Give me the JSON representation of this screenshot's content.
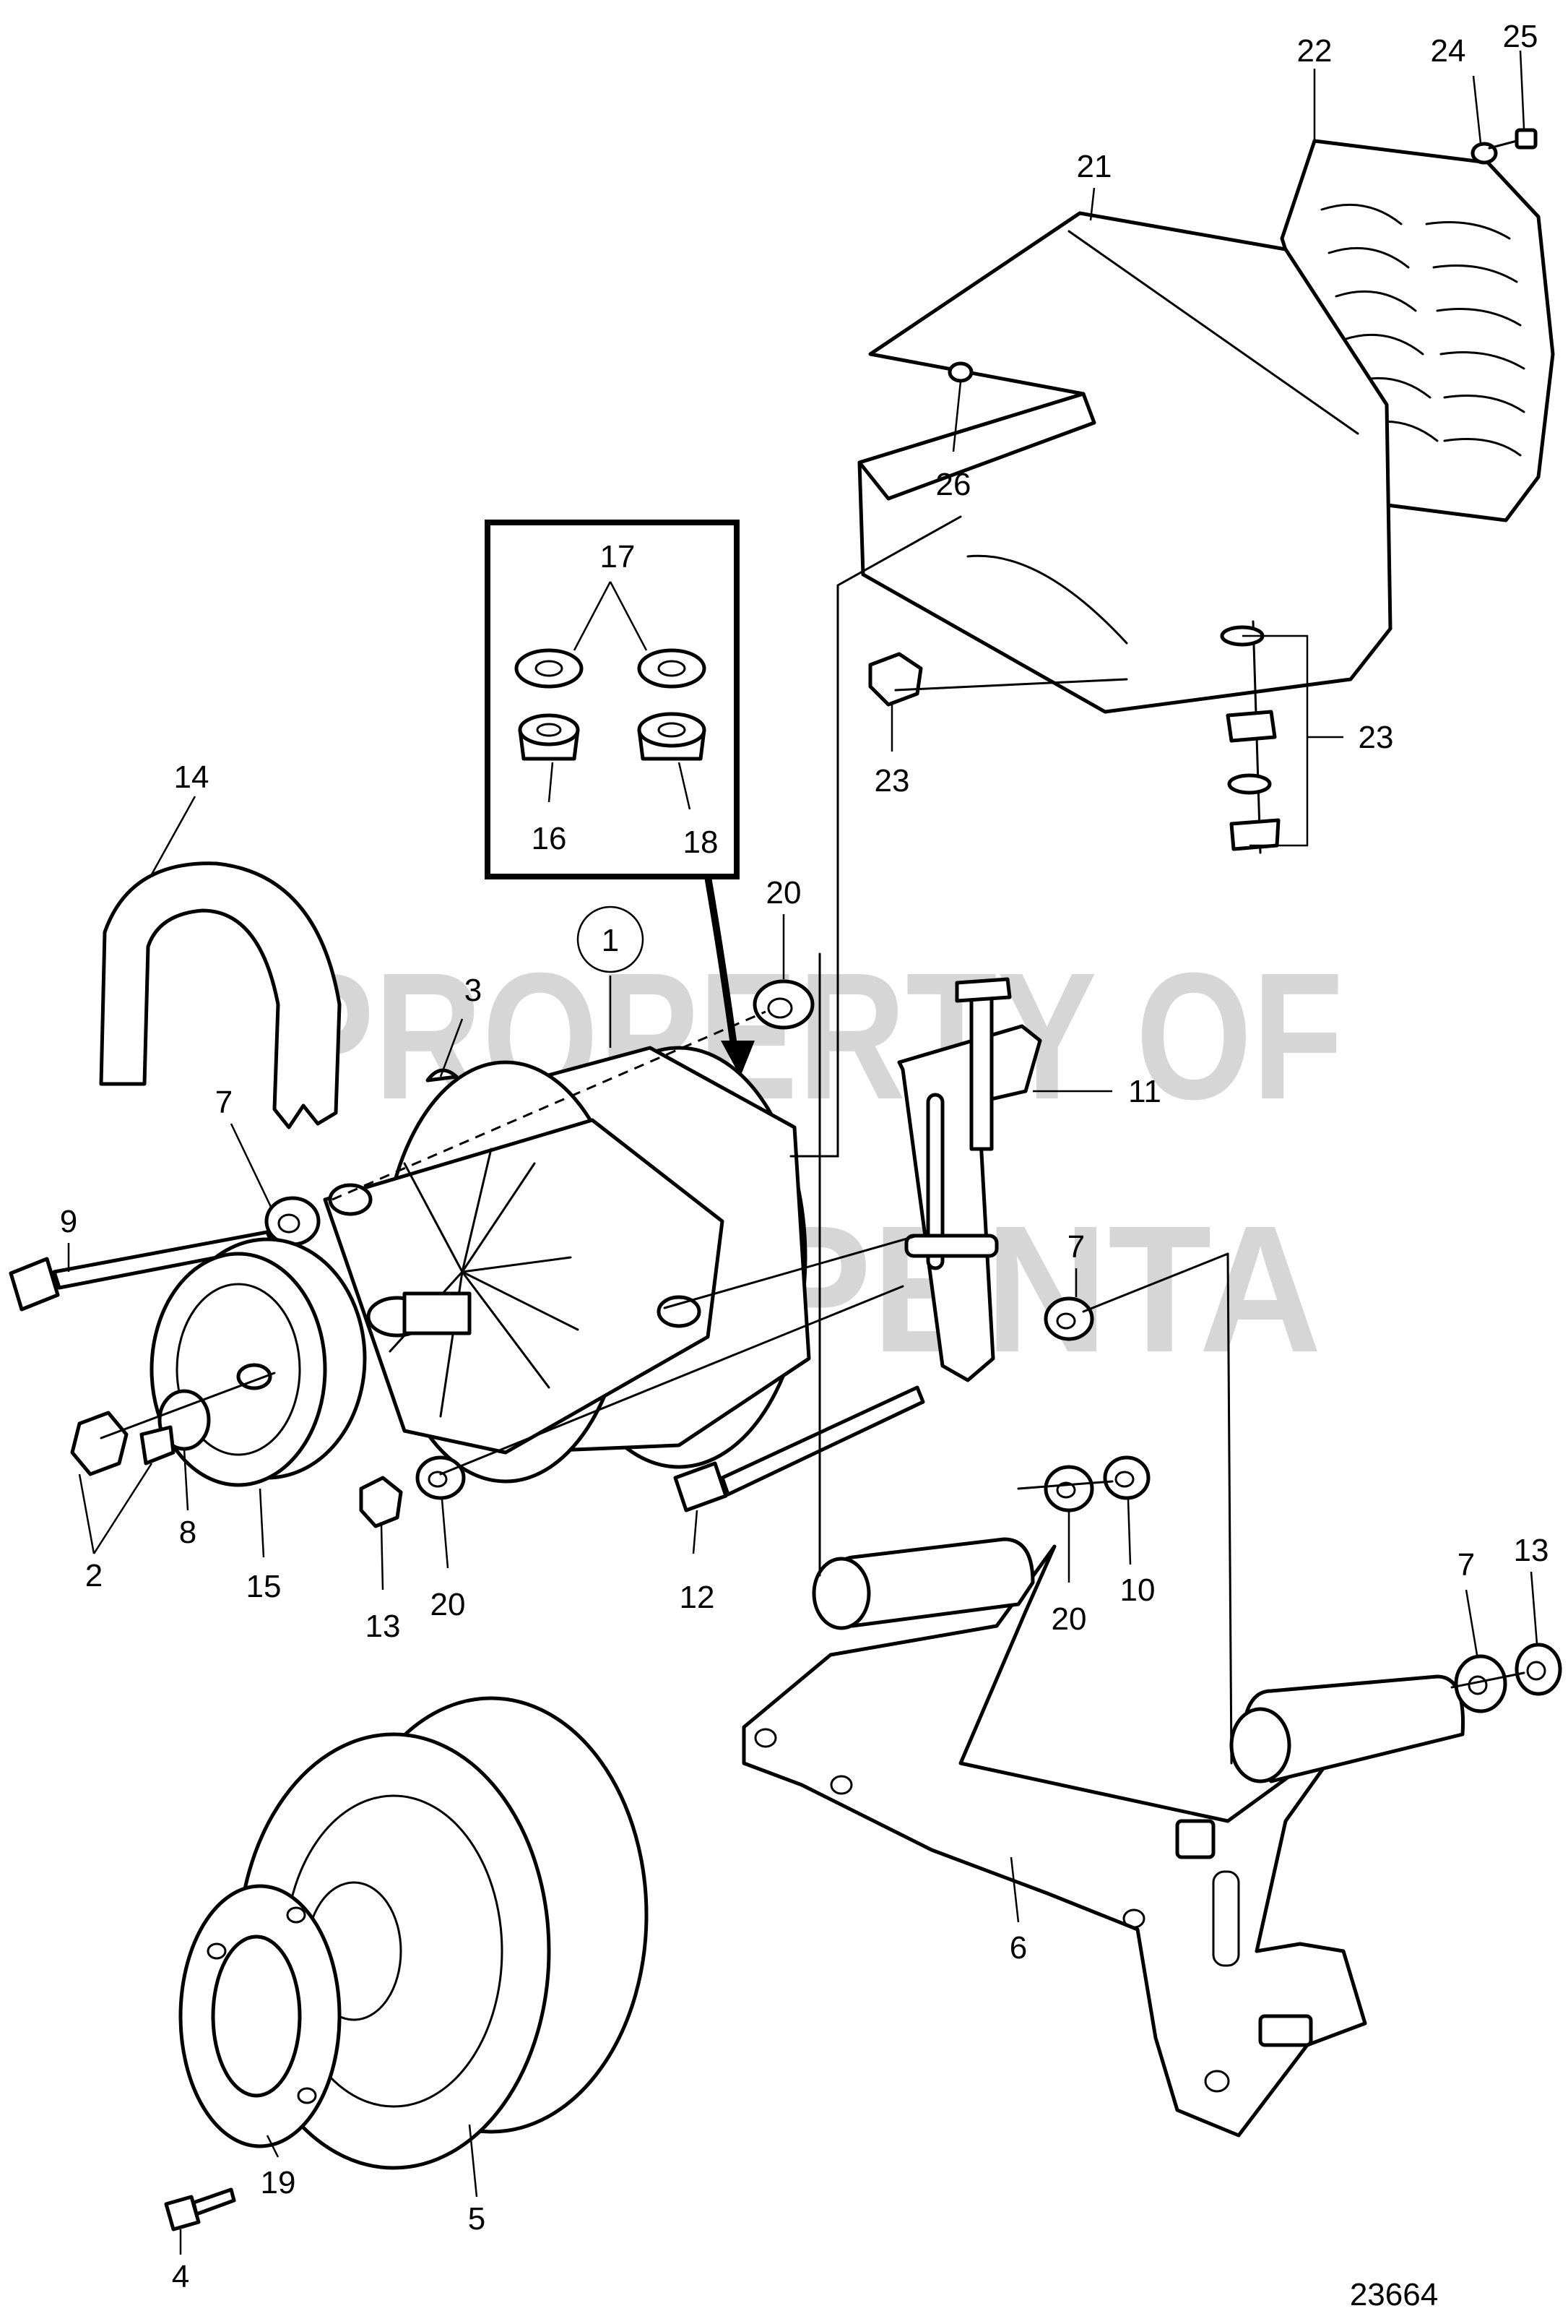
{
  "watermark": {
    "line1": "PROPERTY OF",
    "line2": "PENTA"
  },
  "drawing_number": "23664",
  "callouts": [
    {
      "id": "c1",
      "label": "1"
    },
    {
      "id": "c2",
      "label": "2"
    },
    {
      "id": "c3",
      "label": "3"
    },
    {
      "id": "c4",
      "label": "4"
    },
    {
      "id": "c5",
      "label": "5"
    },
    {
      "id": "c6",
      "label": "6"
    },
    {
      "id": "c7a",
      "label": "7"
    },
    {
      "id": "c7b",
      "label": "7"
    },
    {
      "id": "c7c",
      "label": "7"
    },
    {
      "id": "c8",
      "label": "8"
    },
    {
      "id": "c9",
      "label": "9"
    },
    {
      "id": "c10",
      "label": "10"
    },
    {
      "id": "c11",
      "label": "11"
    },
    {
      "id": "c12",
      "label": "12"
    },
    {
      "id": "c13a",
      "label": "13"
    },
    {
      "id": "c13b",
      "label": "13"
    },
    {
      "id": "c14",
      "label": "14"
    },
    {
      "id": "c15",
      "label": "15"
    },
    {
      "id": "c16",
      "label": "16"
    },
    {
      "id": "c17",
      "label": "17"
    },
    {
      "id": "c18",
      "label": "18"
    },
    {
      "id": "c19",
      "label": "19"
    },
    {
      "id": "c20a",
      "label": "20"
    },
    {
      "id": "c20b",
      "label": "20"
    },
    {
      "id": "c20c",
      "label": "20"
    },
    {
      "id": "c21",
      "label": "21"
    },
    {
      "id": "c22",
      "label": "22"
    },
    {
      "id": "c23a",
      "label": "23"
    },
    {
      "id": "c23b",
      "label": "23"
    },
    {
      "id": "c24",
      "label": "24"
    },
    {
      "id": "c25",
      "label": "25"
    },
    {
      "id": "c26",
      "label": "26"
    }
  ]
}
